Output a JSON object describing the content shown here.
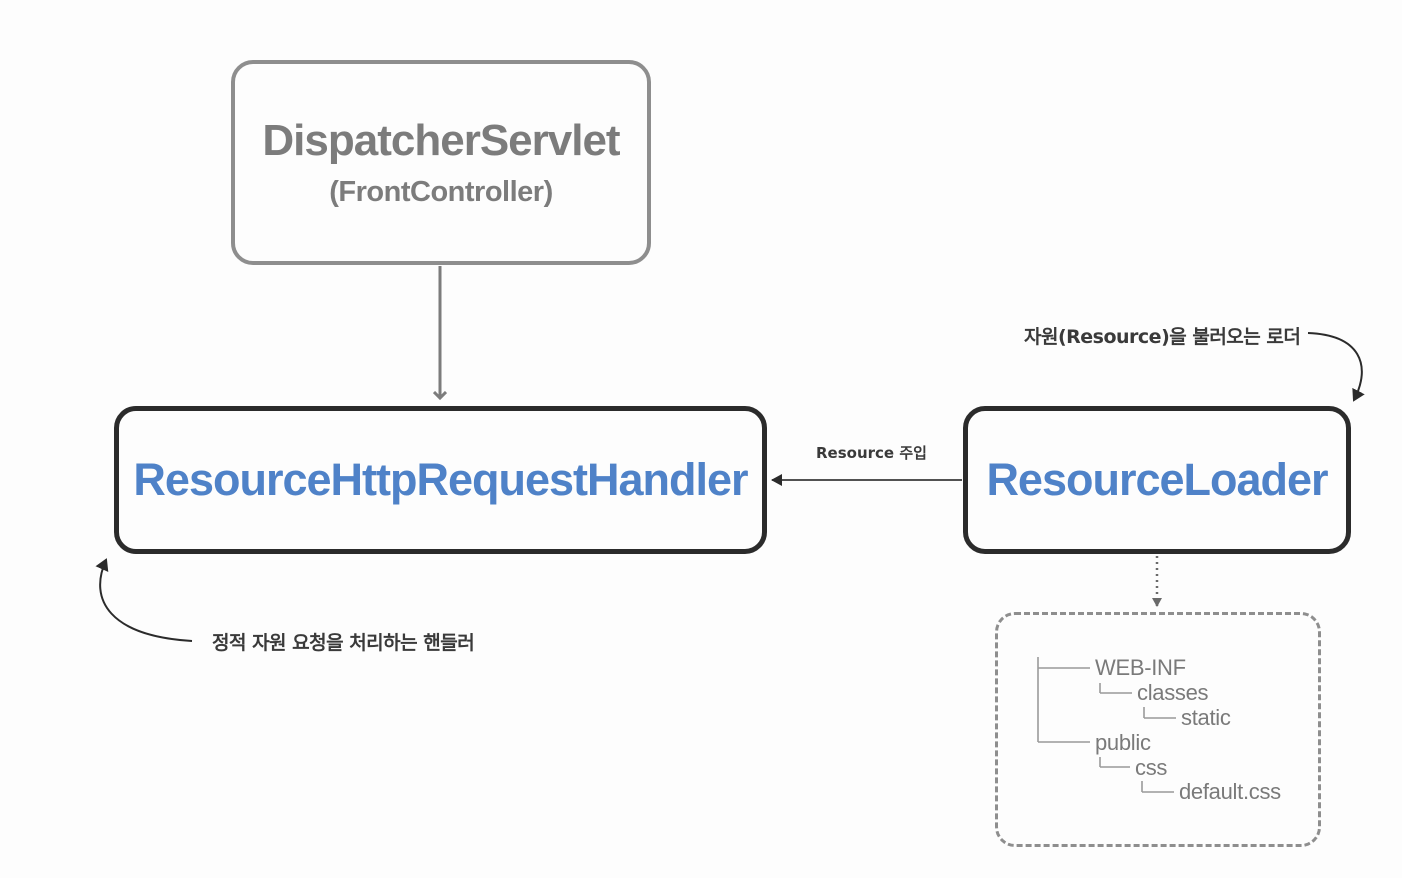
{
  "nodes": {
    "dispatcher": {
      "title": "DispatcherServlet",
      "subtitle": "(FrontController)"
    },
    "handler": {
      "title": "ResourceHttpRequestHandler"
    },
    "loader": {
      "title": "ResourceLoader"
    }
  },
  "annotations": {
    "loader_note": "자원(Resource)을 불러오는 로더",
    "handler_note": "정적 자원 요청을 처리하는 핸들러",
    "injection_label": "Resource 주입"
  },
  "resource_tree": {
    "web_inf": "WEB-INF",
    "classes": "classes",
    "static": "static",
    "public": "public",
    "css": "css",
    "default_css": "default.css"
  },
  "colors": {
    "accent_blue": "#4f82c8",
    "box_gray": "#8e8e8e",
    "box_dark": "#2b2b2b",
    "text_gray": "#7a7a7a"
  }
}
